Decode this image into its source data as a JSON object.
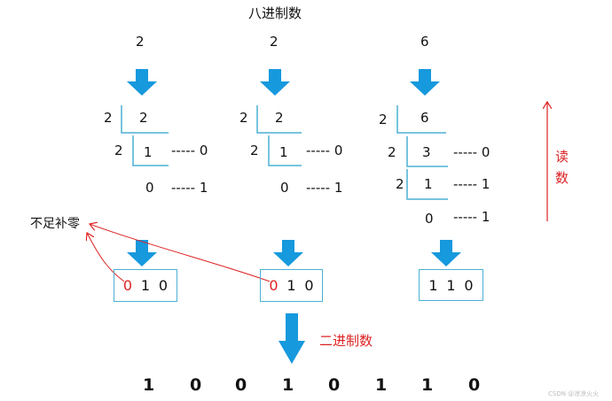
{
  "title": "八进制数",
  "octal_digits": [
    "2",
    "2",
    "6"
  ],
  "columns": [
    {
      "divisions": [
        {
          "divisor": "2",
          "dividend": "2"
        },
        {
          "divisor": "2",
          "dividend": "1",
          "remainder": "----- 0"
        }
      ],
      "final_quotient": "0",
      "final_remainder": "----- 1"
    },
    {
      "divisions": [
        {
          "divisor": "2",
          "dividend": "2"
        },
        {
          "divisor": "2",
          "dividend": "1",
          "remainder": "----- 0"
        }
      ],
      "final_quotient": "0",
      "final_remainder": "----- 1"
    },
    {
      "divisions": [
        {
          "divisor": "2",
          "dividend": "6"
        },
        {
          "divisor": "2",
          "dividend": "3",
          "remainder": "----- 0"
        },
        {
          "divisor": "2",
          "dividend": "1",
          "remainder": "----- 1"
        }
      ],
      "final_quotient": "0",
      "final_remainder": "----- 1"
    }
  ],
  "binary_groups": [
    {
      "bits": [
        "0",
        "1",
        "0"
      ],
      "padded_bit": true
    },
    {
      "bits": [
        "0",
        "1",
        "0"
      ],
      "padded_bit": true
    },
    {
      "bits": [
        "1",
        "1",
        "0"
      ],
      "padded_bit": false
    }
  ],
  "pad_note": "不足补零",
  "read_label": "读数",
  "result_label": "二进制数",
  "binary_result": [
    "1",
    "0",
    "0",
    "1",
    "0",
    "1",
    "1",
    "0"
  ],
  "watermark": "CSDN @凉凉火火",
  "colors": {
    "arrow_fill": "#1699dd",
    "box_border": "#4ab0d3",
    "division_line": "#4ab0d3",
    "annotation_red": "#dd2222"
  }
}
